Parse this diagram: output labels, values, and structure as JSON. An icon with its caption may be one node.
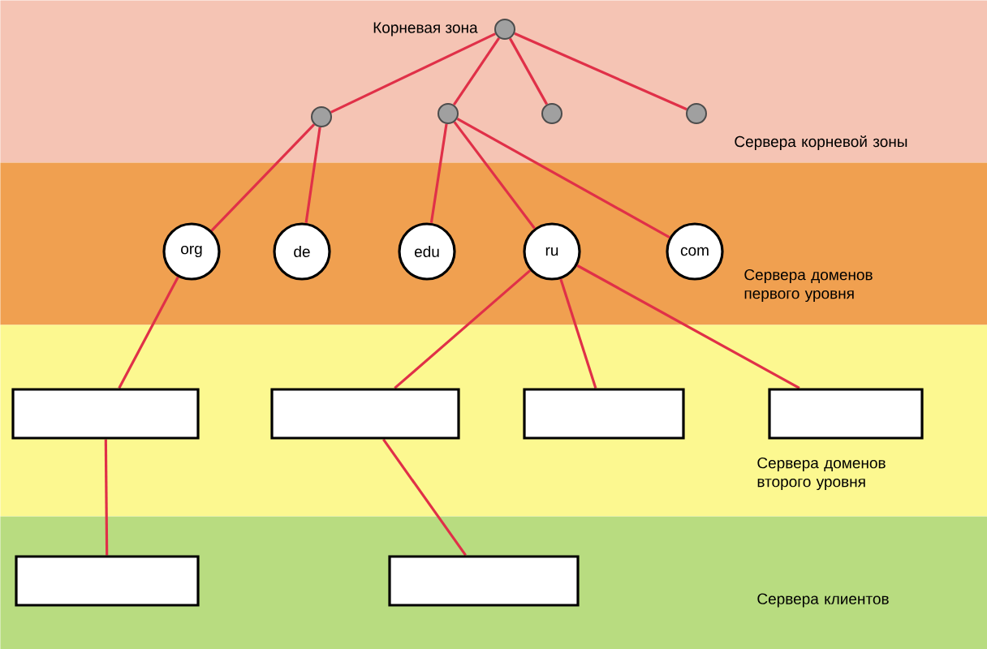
{
  "diagram": {
    "nodes": [
      {
        "text": [
          "Сервера корневой зоны"
        ]
      },
      {
        "text": [],
        "shape": "circle",
        "in": 0,
        "beside": [
          "Корневая зона"
        ]
      },
      {
        "text": [],
        "shape": "circle",
        "in": 0
      },
      {
        "text": [],
        "shape": "circle",
        "in": 0
      },
      {
        "text": [],
        "shape": "circle",
        "in": 0
      },
      {
        "text": [],
        "shape": "circle",
        "in": 0
      },
      {
        "text": [
          "Сервера доменов первого уровня"
        ]
      },
      {
        "text": [
          "org"
        ],
        "in": 6
      },
      {
        "text": [
          "de"
        ],
        "in": 6
      },
      {
        "text": [
          "edu"
        ],
        "in": 6
      },
      {
        "text": [
          "ru"
        ],
        "in": 6
      },
      {
        "text": [
          "com"
        ],
        "in": 6
      },
      {
        "text": [
          "Сервера доменов второго уровня"
        ]
      },
      {
        "text": [],
        "shape": "box",
        "in": 12
      },
      {
        "text": [],
        "shape": "box",
        "in": 12
      },
      {
        "text": [],
        "shape": "box",
        "in": 12
      },
      {
        "text": [],
        "shape": "box",
        "in": 12
      },
      {
        "text": [
          "Сервера клиентов"
        ]
      },
      {
        "text": [],
        "shape": "box",
        "in": 17
      },
      {
        "text": [],
        "shape": "box",
        "in": 17
      }
    ],
    "edges": [
      {
        "from": 1,
        "to": 2,
        "arrow": "none"
      },
      {
        "from": 1,
        "to": 3,
        "arrow": "none"
      },
      {
        "from": 1,
        "to": 4,
        "arrow": "none"
      },
      {
        "from": 1,
        "to": 5,
        "arrow": "none"
      },
      {
        "from": 2,
        "to": 7,
        "arrow": "none"
      },
      {
        "from": 2,
        "to": 8,
        "arrow": "none"
      },
      {
        "from": 3,
        "to": 9,
        "arrow": "none"
      },
      {
        "from": 3,
        "to": 10,
        "arrow": "none"
      },
      {
        "from": 3,
        "to": 11,
        "arrow": "none"
      },
      {
        "from": 7,
        "to": 13,
        "arrow": "none"
      },
      {
        "from": 10,
        "to": 14,
        "arrow": "none"
      },
      {
        "from": 10,
        "to": 15,
        "arrow": "none"
      },
      {
        "from": 10,
        "to": 16,
        "arrow": "none"
      },
      {
        "from": 13,
        "to": 18,
        "arrow": "none"
      },
      {
        "from": 14,
        "to": 19,
        "arrow": "none"
      }
    ]
  }
}
